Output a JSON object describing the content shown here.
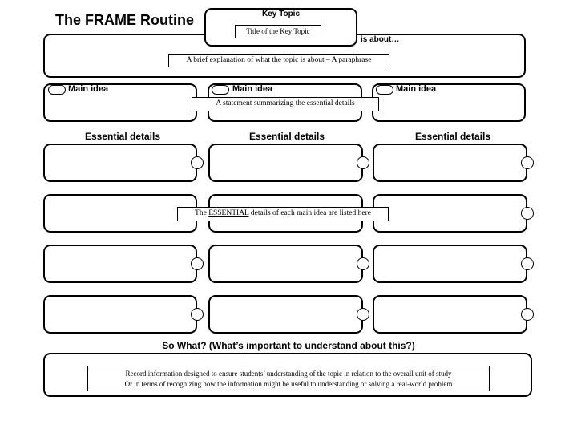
{
  "title": "The FRAME Routine",
  "key_topic": {
    "label": "Key Topic",
    "placeholder": "Title of the Key Topic"
  },
  "is_about": {
    "label": "is about…",
    "placeholder": "A brief explanation of what the topic is about – A paraphrase"
  },
  "main_ideas": {
    "labels": [
      "Main idea",
      "Main idea",
      "Main idea"
    ],
    "placeholder": "A statement summarizing the essential details"
  },
  "essential_details": {
    "headers": [
      "Essential details",
      "Essential details",
      "Essential details"
    ],
    "placeholder_prefix": "The ",
    "placeholder_emphasis": "ESSENTIAL",
    "placeholder_suffix": " details of each main idea are listed here"
  },
  "so_what": {
    "heading": "So What? (What’s important to understand about this?)",
    "line1": "Record information designed to ensure students’ understanding of the topic in relation to the overall unit of study",
    "line2": "Or in terms of recognizing how the information might be useful to understanding or solving a real-world problem"
  }
}
